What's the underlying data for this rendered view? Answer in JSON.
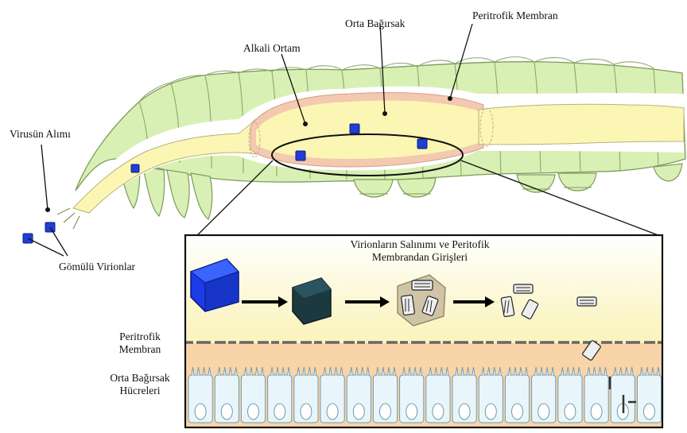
{
  "labels": {
    "midgut": "Orta Bağırsak",
    "peritrophic_membrane_top": "Peritrofik Membran",
    "alkaline_medium": "Alkali Ortam",
    "virus_uptake": "Virusün Alımı",
    "embedded_virions": "Gömülü Virionlar",
    "virion_release_line1": "Virionların Salınımı ve Peritofik",
    "virion_release_line2": "Membrandan Girişleri",
    "peritrophic_membrane_side_line1": "Peritrofik",
    "peritrophic_membrane_side_line2": "Membran",
    "midgut_cells_line1": "Orta Bağırsak",
    "midgut_cells_line2": "Hücreleri"
  },
  "colors": {
    "larva_body": "#d9f0b4",
    "larva_outline": "#7e9a5c",
    "gut_yellow": "#fbf6b4",
    "gut_pink": "#f3c9b0",
    "virion_blue": "#1f3fd6",
    "virion_dark": "#1d3940",
    "inset_yellow": "#f9f1a6",
    "cell_layer": "#f8d4a8",
    "cell_fill": "#e8f6fb",
    "arrow": "#000000"
  }
}
